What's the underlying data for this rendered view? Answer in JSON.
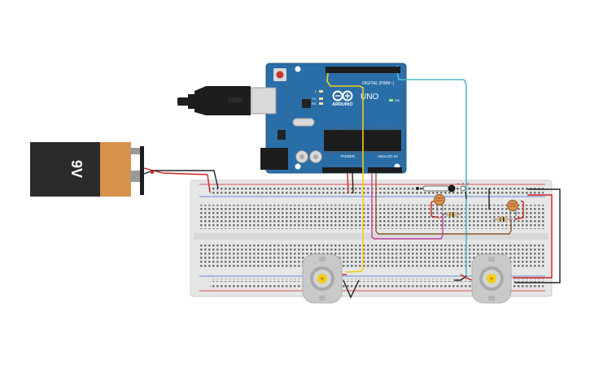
{
  "battery": {
    "label": "9V",
    "case_color": "#2b2b2b",
    "band_color": "#d8924b"
  },
  "arduino": {
    "brand": "ARDUINO",
    "model": "UNO",
    "digital_label": "DIGITAL (PWM~)",
    "power_label": "POWER",
    "analog_label": "ANALOG IN",
    "on_label": "ON",
    "tx_label": "TX",
    "rx_label": "RX",
    "l_label": "L",
    "board_color": "#2a6ea8"
  },
  "breadboard": {
    "color": "#e6e6e6"
  },
  "motors": [
    {
      "id": "left"
    },
    {
      "id": "right"
    }
  ],
  "wire_colors": {
    "red": "#d11f1f",
    "black": "#222222",
    "yellow": "#f1cf1a",
    "cyan": "#4fb8d2",
    "magenta": "#c23ca6",
    "brown": "#8a5a2b"
  }
}
